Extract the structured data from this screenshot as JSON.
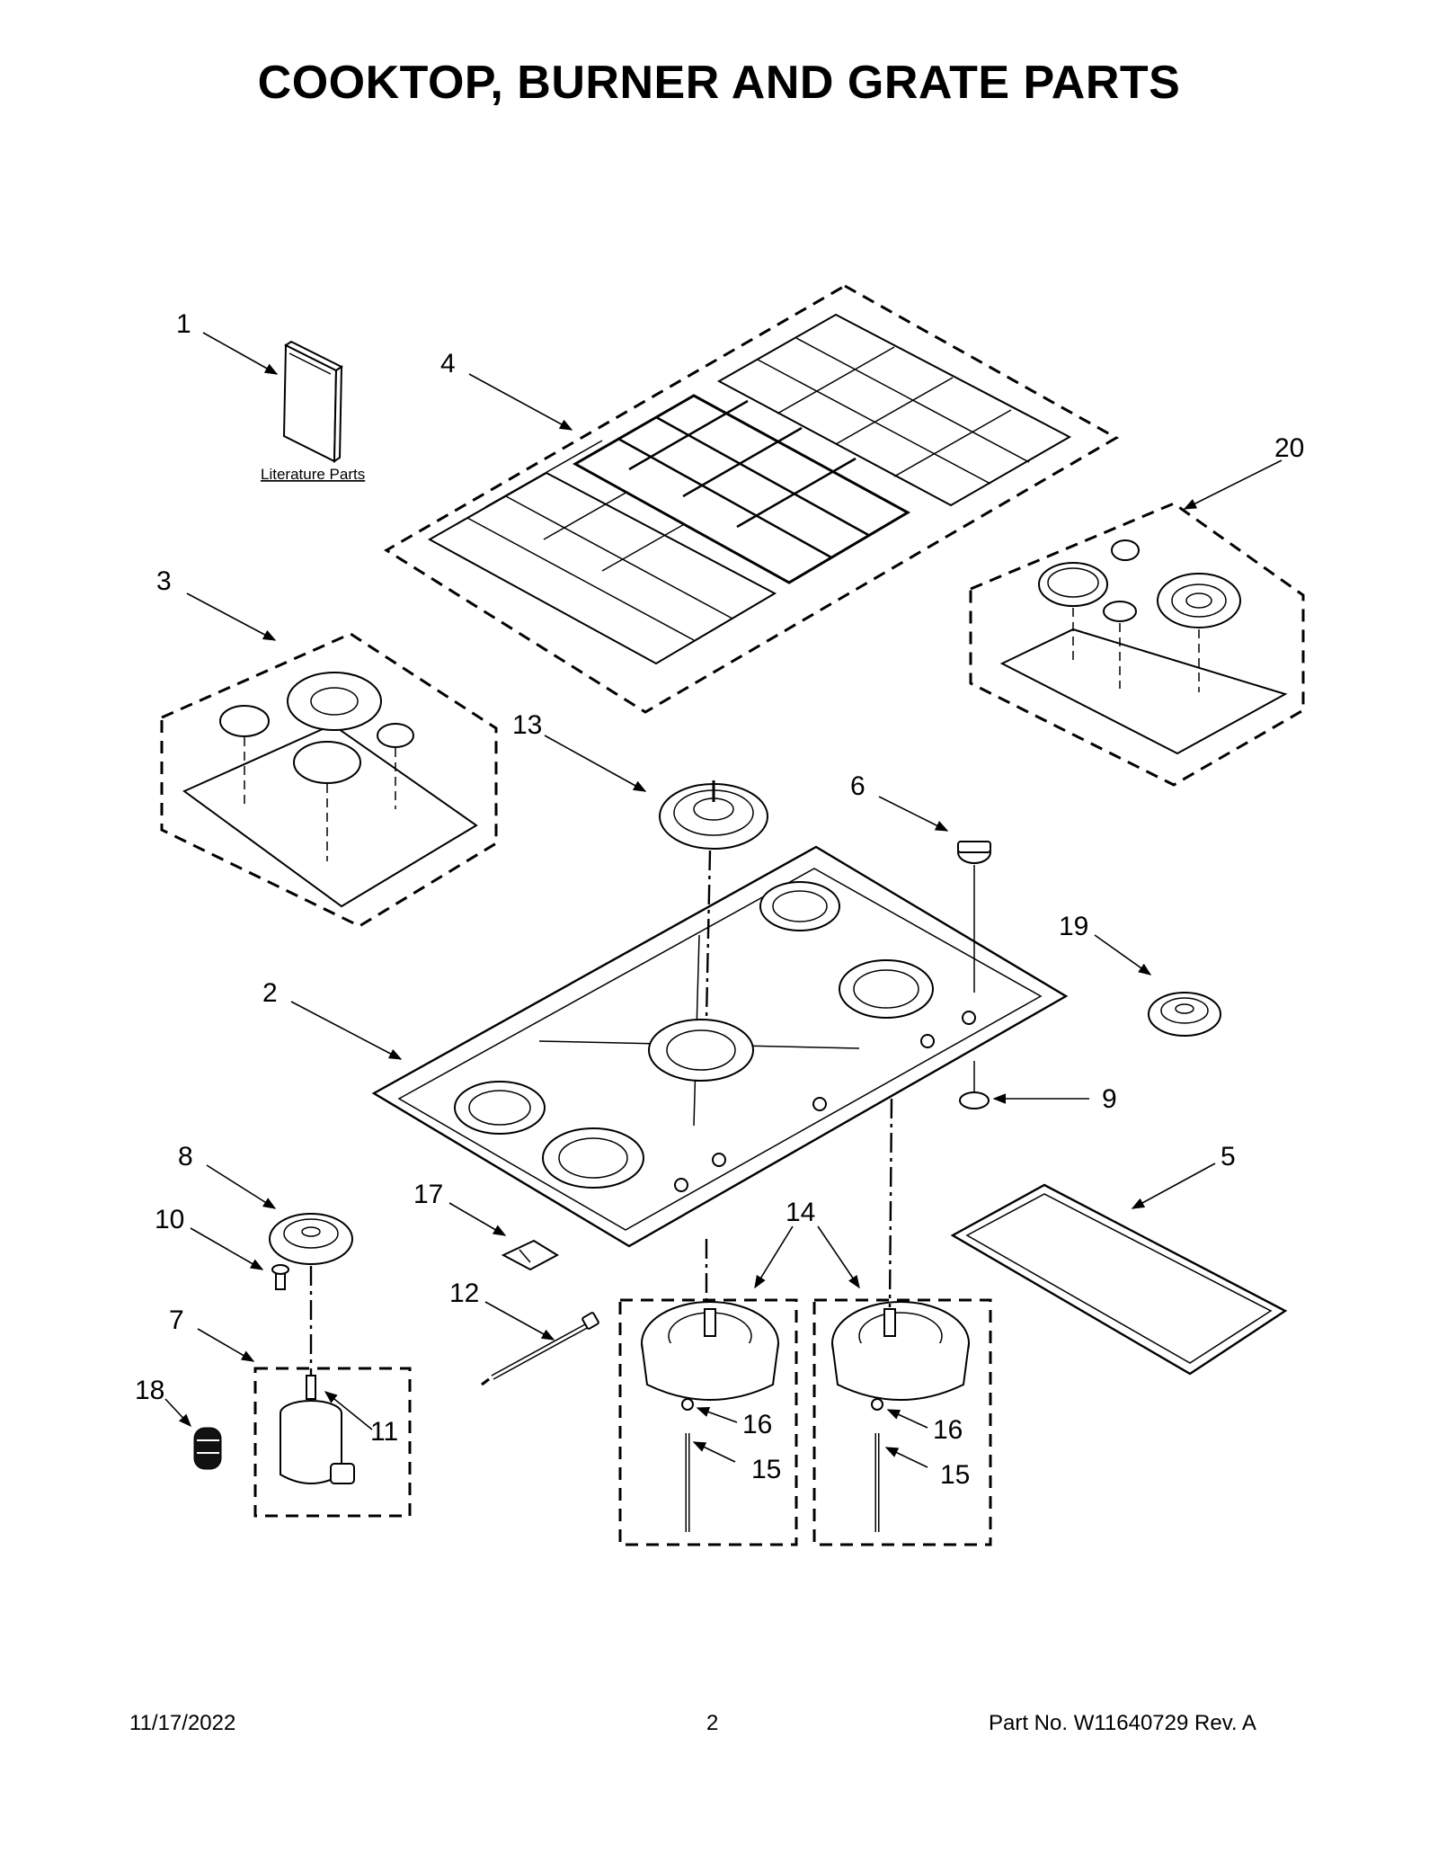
{
  "title": "COOKTOP, BURNER AND GRATE PARTS",
  "literature_label": "Literature Parts",
  "callouts": [
    "1",
    "2",
    "3",
    "4",
    "5",
    "6",
    "7",
    "8",
    "9",
    "10",
    "11",
    "12",
    "13",
    "14",
    "15",
    "16",
    "17",
    "18",
    "19",
    "20"
  ],
  "callouts_repeat": {
    "c15b": "15",
    "c16b": "16"
  },
  "footer": {
    "date": "11/17/2022",
    "page": "2",
    "part_no": "Part No.  W11640729  Rev.  A"
  }
}
